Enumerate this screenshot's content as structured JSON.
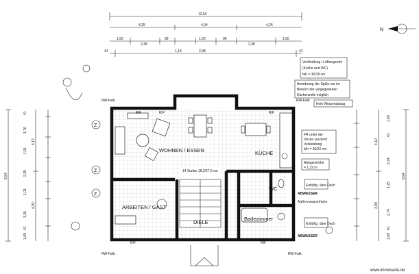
{
  "orientation": {
    "north_label": "N"
  },
  "top_dimensions": {
    "overall": "12,54",
    "row1": [
      "4,25",
      "4,04",
      "4,25"
    ],
    "row2": [
      "1,50",
      "2,38",
      "99",
      "1,25",
      "99",
      "2,38",
      "1,50"
    ],
    "row3": [
      "41",
      "1,14",
      "2,38",
      "41"
    ]
  },
  "left_dimensions": {
    "outer": "9,94",
    "mid": [
      "4,12",
      "4,92"
    ],
    "inner": [
      "41",
      "1,76",
      "1,51",
      "2,35",
      "1,01",
      "3,36",
      "41",
      "1,69"
    ]
  },
  "right_dimensions": {
    "outer": "9,94",
    "mid": [
      "4,12",
      "3,99"
    ],
    "inner": [
      "1,69",
      "41",
      "2,24",
      "1,25",
      "2,74",
      "41",
      "1,69"
    ]
  },
  "rooms": {
    "living": "WOHNEN / ESSEN",
    "kitchen": "KÜCHE",
    "office": "ARBEITEN / GAST",
    "hall": "DIELE",
    "bath": "Badezimmer",
    "wc": "WC",
    "stair": "14 Stufen 18,2/27,5 cm"
  },
  "notes": {
    "cladding": [
      "Verkleidung / Lüftungsrohr",
      "(Küche und WC)",
      "b/h = 30/18 cm"
    ],
    "sink": [
      "Anordnung der Spüle nur im",
      "Bereich der vorgegebenen",
      "Küchenzeile möglich"
    ],
    "no_chimney": "Kein Wrasenabzug",
    "fr_note": [
      "FR unter der",
      "Decke verzieht!",
      "Verkleidung",
      "b/h = 30/22 cm"
    ],
    "shelf": [
      "Ablagenhöhe",
      "= 1,32 m"
    ],
    "vent": "Entlüftg. über Dach",
    "sewage": "ABWASSER",
    "outdoor_tap": "Außen-wasserhahn",
    "rw": "RW-Fallr.",
    "window_labels": [
      "R/F"
    ]
  },
  "floor_indicator": {
    "z_label": "Z"
  },
  "watermark": "www.immovario.de"
}
